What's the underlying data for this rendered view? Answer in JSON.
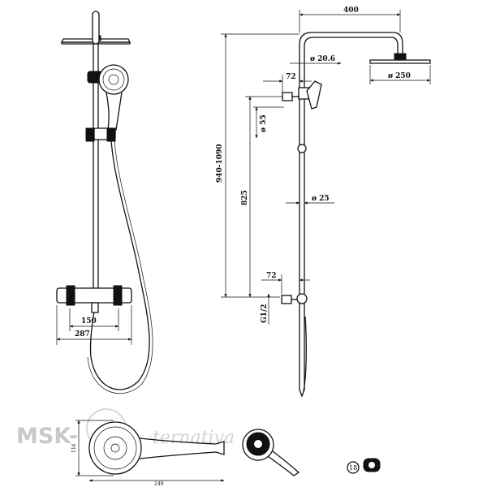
{
  "watermark": {
    "brand": "MSK-",
    "tagline": "ternativa"
  },
  "dimensions": {
    "rail_height": "940-1090",
    "arm_length": "400",
    "pipe_diameter": "ø 20.6",
    "head_diameter": "ø 250",
    "offset_upper": "72",
    "handshower_diameter": "ø 55",
    "slider_height": "825",
    "rail_diameter": "ø 25",
    "offset_lower": "72",
    "thread": "G1/2",
    "mixer_center": "150",
    "mixer_width": "287",
    "handshower_length": "249",
    "handshower_head_width": "116"
  },
  "part_badge": "18"
}
